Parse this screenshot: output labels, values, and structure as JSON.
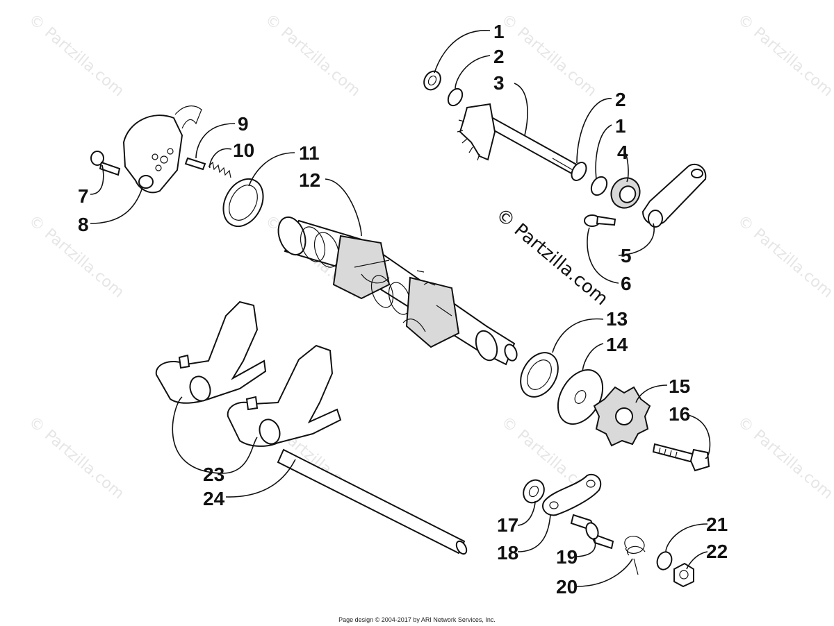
{
  "watermark": {
    "symbol": "©",
    "text": "Partzilla.com"
  },
  "center_mark": "© Partzilla.com",
  "footer": "Page design © 2004-2017 by ARI Network Services, Inc.",
  "callouts": [
    "1",
    "2",
    "3",
    "2",
    "1",
    "4",
    "5",
    "6",
    "7",
    "8",
    "9",
    "10",
    "11",
    "12",
    "13",
    "14",
    "15",
    "16",
    "17",
    "18",
    "19",
    "20",
    "21",
    "22",
    "23",
    "24"
  ]
}
